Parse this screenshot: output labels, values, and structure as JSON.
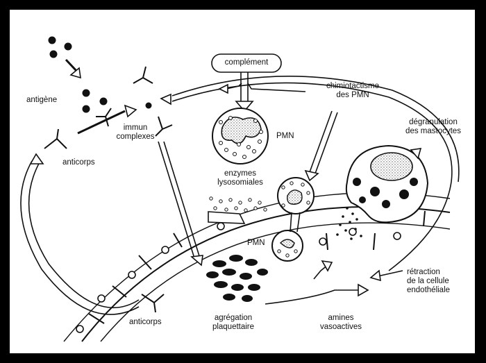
{
  "labels": {
    "complement": "complément",
    "antigen": "antigène",
    "immune_complexes_1": "immun",
    "immune_complexes_2": "complexes",
    "antibodies_top": "anticorps",
    "antibodies_bottom": "anticorps",
    "pmn_top": "PMN",
    "pmn_bottom": "PMN",
    "enzymes_1": "enzymes",
    "enzymes_2": "lysosomiales",
    "chemotaxis_1": "chimiotactisme",
    "chemotaxis_2": "des PMN",
    "degranulation_1": "dégranulation",
    "degranulation_2": "des mastocytes",
    "retraction_1": "rétraction",
    "retraction_2": "de la cellule",
    "retraction_3": "endothéliale",
    "aggregation_1": "agrégation",
    "aggregation_2": "plaquettaire",
    "amines_1": "amines",
    "amines_2": "vasoactives"
  }
}
